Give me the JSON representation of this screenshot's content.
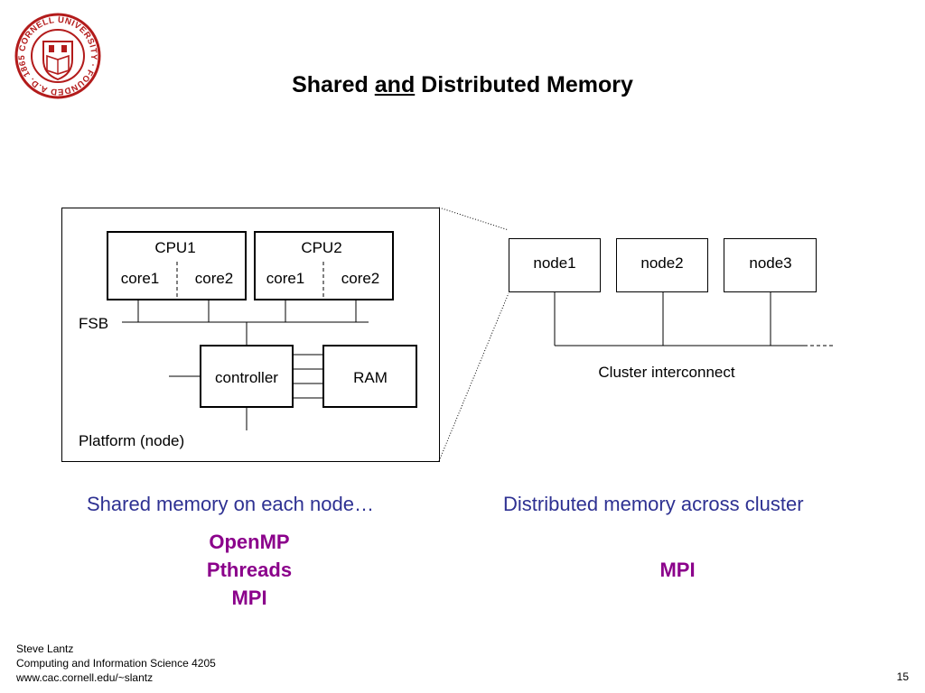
{
  "slide": {
    "title_part1": "Shared ",
    "title_emph": "and",
    "title_part2": " Distributed Memory",
    "page_number": "15"
  },
  "logo": {
    "text": "CORNELL UNIVERSITY · FOUNDED A.D. 1865",
    "color": "#b31b1b"
  },
  "node_diagram": {
    "cpu1": {
      "label": "CPU1",
      "core_a": "core1",
      "core_b": "core2"
    },
    "cpu2": {
      "label": "CPU2",
      "core_a": "core1",
      "core_b": "core2"
    },
    "fsb_label": "FSB",
    "controller_label": "controller",
    "ram_label": "RAM",
    "platform_label": "Platform (node)"
  },
  "cluster_diagram": {
    "nodes": [
      "node1",
      "node2",
      "node3"
    ],
    "interconnect_label": "Cluster interconnect"
  },
  "left_column": {
    "caption": "Shared memory on each node…",
    "apis": [
      "OpenMP",
      "Pthreads",
      "MPI"
    ]
  },
  "right_column": {
    "caption": "Distributed memory across cluster",
    "apis": [
      "MPI"
    ]
  },
  "footer": {
    "author": "Steve Lantz",
    "course": "Computing and Information Science 4205",
    "url": "www.cac.cornell.edu/~slantz"
  },
  "colors": {
    "caption": "#2e3192",
    "api": "#8b008b"
  }
}
